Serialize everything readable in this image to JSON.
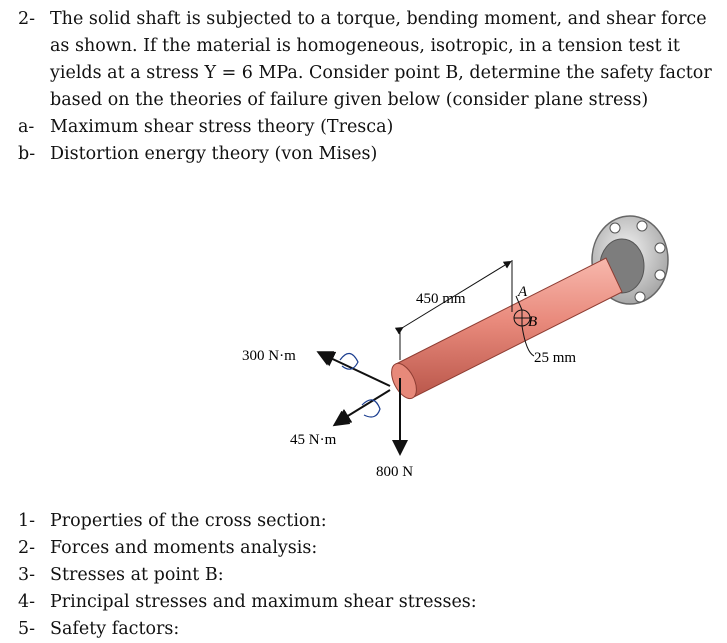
{
  "problem": {
    "number": "2-",
    "statement_lines": [
      "The solid shaft is subjected to a torque, bending moment, and shear force",
      "as shown. If the material is homogeneous, isotropic, in a tension test it",
      "yields at a stress Y = 6 MPa. Consider point B, determine the safety factor",
      "based on the theories of failure given below (consider plane stress)"
    ],
    "parts": [
      {
        "label": "a-",
        "text": "Maximum shear stress theory (Tresca)"
      },
      {
        "label": "b-",
        "text": "Distortion energy theory (von Mises)"
      }
    ]
  },
  "figure": {
    "labels": {
      "length": "450 mm",
      "torque": "300 N·m",
      "moment": "45 N·m",
      "force": "800 N",
      "radius": "25 mm",
      "point_a": "A",
      "point_b": "B"
    },
    "colors": {
      "shaft": "#e98a7c",
      "shaft_dark": "#c55f52",
      "flange": "#c8c8c8"
    }
  },
  "steps": [
    {
      "label": "1-",
      "text": "Properties of the cross section:"
    },
    {
      "label": "2-",
      "text": "Forces and moments analysis:"
    },
    {
      "label": "3-",
      "text": "Stresses at point B:"
    },
    {
      "label": "4-",
      "text": "Principal stresses and maximum shear stresses:"
    },
    {
      "label": "5-",
      "text": "Safety factors:"
    }
  ]
}
